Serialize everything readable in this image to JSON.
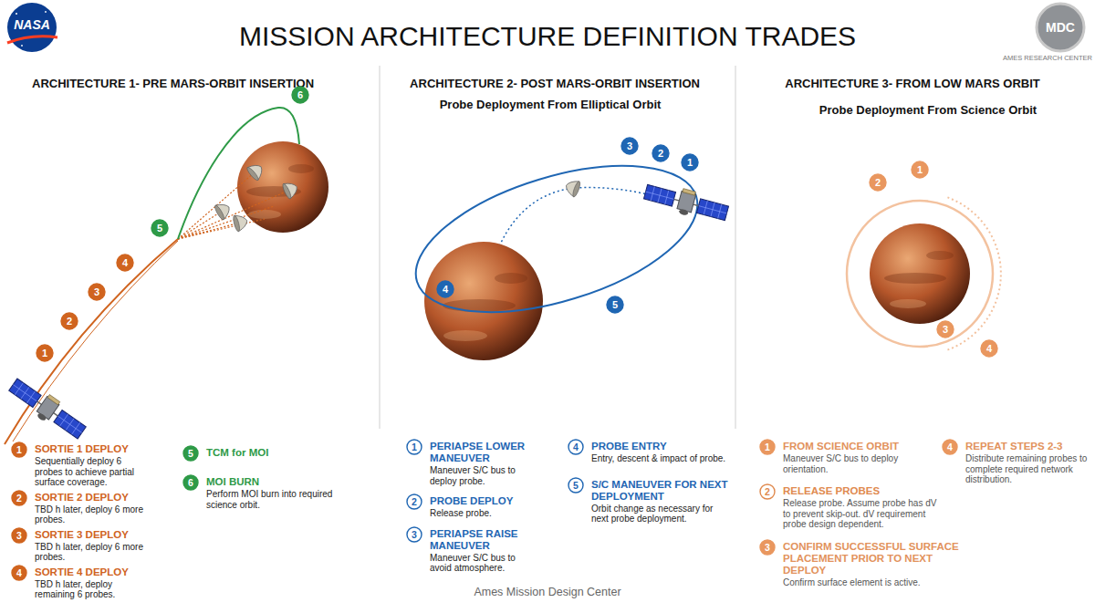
{
  "diagram": {
    "title": "MISSION ARCHITECTURE DEFINITION TRADES",
    "caption": "Ames Mission Design Center",
    "nodes": [
      {
        "text": [
          "1"
        ]
      },
      {
        "text": [
          "2"
        ]
      },
      {
        "text": [
          "3"
        ]
      },
      {
        "text": [
          "4"
        ]
      },
      {
        "text": [
          "5"
        ]
      },
      {
        "text": [
          "6"
        ]
      },
      {
        "text": [
          "1",
          "SORTIE 1 DEPLOY",
          "Sequentially deploy 6 probes to achieve partial surface coverage."
        ]
      },
      {
        "text": [
          "2",
          "SORTIE 2 DEPLOY",
          "TBD h later, deploy 6 more probes."
        ]
      },
      {
        "text": [
          "3",
          "SORTIE 3 DEPLOY",
          "TBD h later, deploy 6 more probes."
        ]
      },
      {
        "text": [
          "4",
          "SORTIE 4 DEPLOY",
          "TBD h later, deploy remaining 6 probes."
        ]
      },
      {
        "text": [
          "5",
          "TCM for MOI"
        ]
      },
      {
        "text": [
          "6",
          "MOI BURN",
          "Perform MOI burn into required science orbit."
        ]
      },
      {
        "text": [
          "1"
        ]
      },
      {
        "text": [
          "2"
        ]
      },
      {
        "text": [
          "3"
        ]
      },
      {
        "text": [
          "4"
        ]
      },
      {
        "text": [
          "5"
        ]
      },
      {
        "text": [
          "1",
          "PERIAPSE LOWER MANEUVER",
          "Maneuver S/C bus to deploy probe."
        ]
      },
      {
        "text": [
          "2",
          "PROBE DEPLOY",
          "Release probe."
        ]
      },
      {
        "text": [
          "3",
          "PERIAPSE RAISE MANEUVER",
          "Maneuver S/C bus to avoid atmosphere."
        ]
      },
      {
        "text": [
          "4",
          "PROBE ENTRY",
          "Entry, descent & impact of probe."
        ]
      },
      {
        "text": [
          "5",
          "S/C MANEUVER FOR NEXT DEPLOYMENT",
          "Orbit change as necessary for next probe deployment."
        ]
      },
      {
        "text": [
          "1"
        ]
      },
      {
        "text": [
          "2"
        ]
      },
      {
        "text": [
          "3"
        ]
      },
      {
        "text": [
          "4"
        ]
      },
      {
        "text": [
          "1",
          "FROM SCIENCE ORBIT",
          "Maneuver S/C bus to deploy orientation."
        ]
      },
      {
        "text": [
          "2",
          "RELEASE PROBES",
          "Release probe. Assume probe has dV to prevent skip-out. dV requirement probe design dependent."
        ]
      },
      {
        "text": [
          "3",
          "CONFIRM SUCCESSFUL SURFACE PLACEMENT PRIOR TO NEXT DEPLOY",
          "Confirm surface element is active."
        ]
      },
      {
        "text": [
          "4",
          "REPEAT STEPS 2-3",
          "Distribute remaining probes to complete required network distribution."
        ]
      }
    ],
    "labels": [
      "NASA",
      "MDC",
      "AMES RESEARCH CENTER",
      "ARCHITECTURE 1- PRE MARS-ORBIT INSERTION",
      "ARCHITECTURE 2- POST MARS-ORBIT INSERTION",
      "Probe Deployment From Elliptical Orbit",
      "ARCHITECTURE 3- FROM LOW MARS ORBIT",
      "Probe Deployment From Science Orbit"
    ]
  }
}
